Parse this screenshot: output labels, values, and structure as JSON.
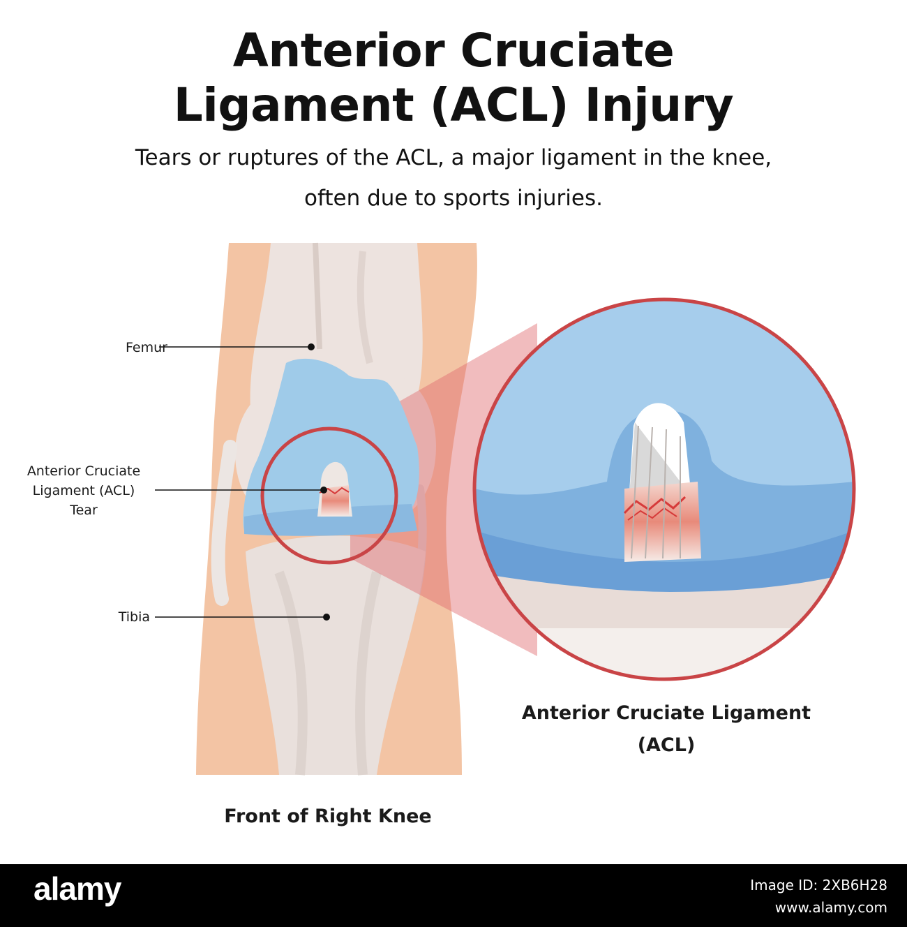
{
  "title": {
    "line1": "Anterior Cruciate",
    "line2": "Ligament (ACL) Injury"
  },
  "subtitle": {
    "line1": "Tears or ruptures of the ACL, a major ligament in the knee,",
    "line2": "often due to sports injuries."
  },
  "labels": {
    "femur": "Femur",
    "acl_tear": {
      "line1": "Anterior Cruciate",
      "line2": "Ligament (ACL)",
      "line3": "Tear"
    },
    "tibia": "Tibia"
  },
  "captions": {
    "knee": "Front of Right Knee",
    "zoom": {
      "line1": "Anterior Cruciate Ligament",
      "line2": "(ACL)"
    }
  },
  "watermark": {
    "brand": "alamy",
    "image_id": "Image ID: 2XB6H28",
    "site": "www.alamy.com"
  },
  "colors": {
    "skin": "#f3c4a4",
    "bone": "#ede3df",
    "cartilage": "#9fcbe9",
    "circle_outline": "#c94446",
    "magnify_beam": "#e06a6e"
  }
}
